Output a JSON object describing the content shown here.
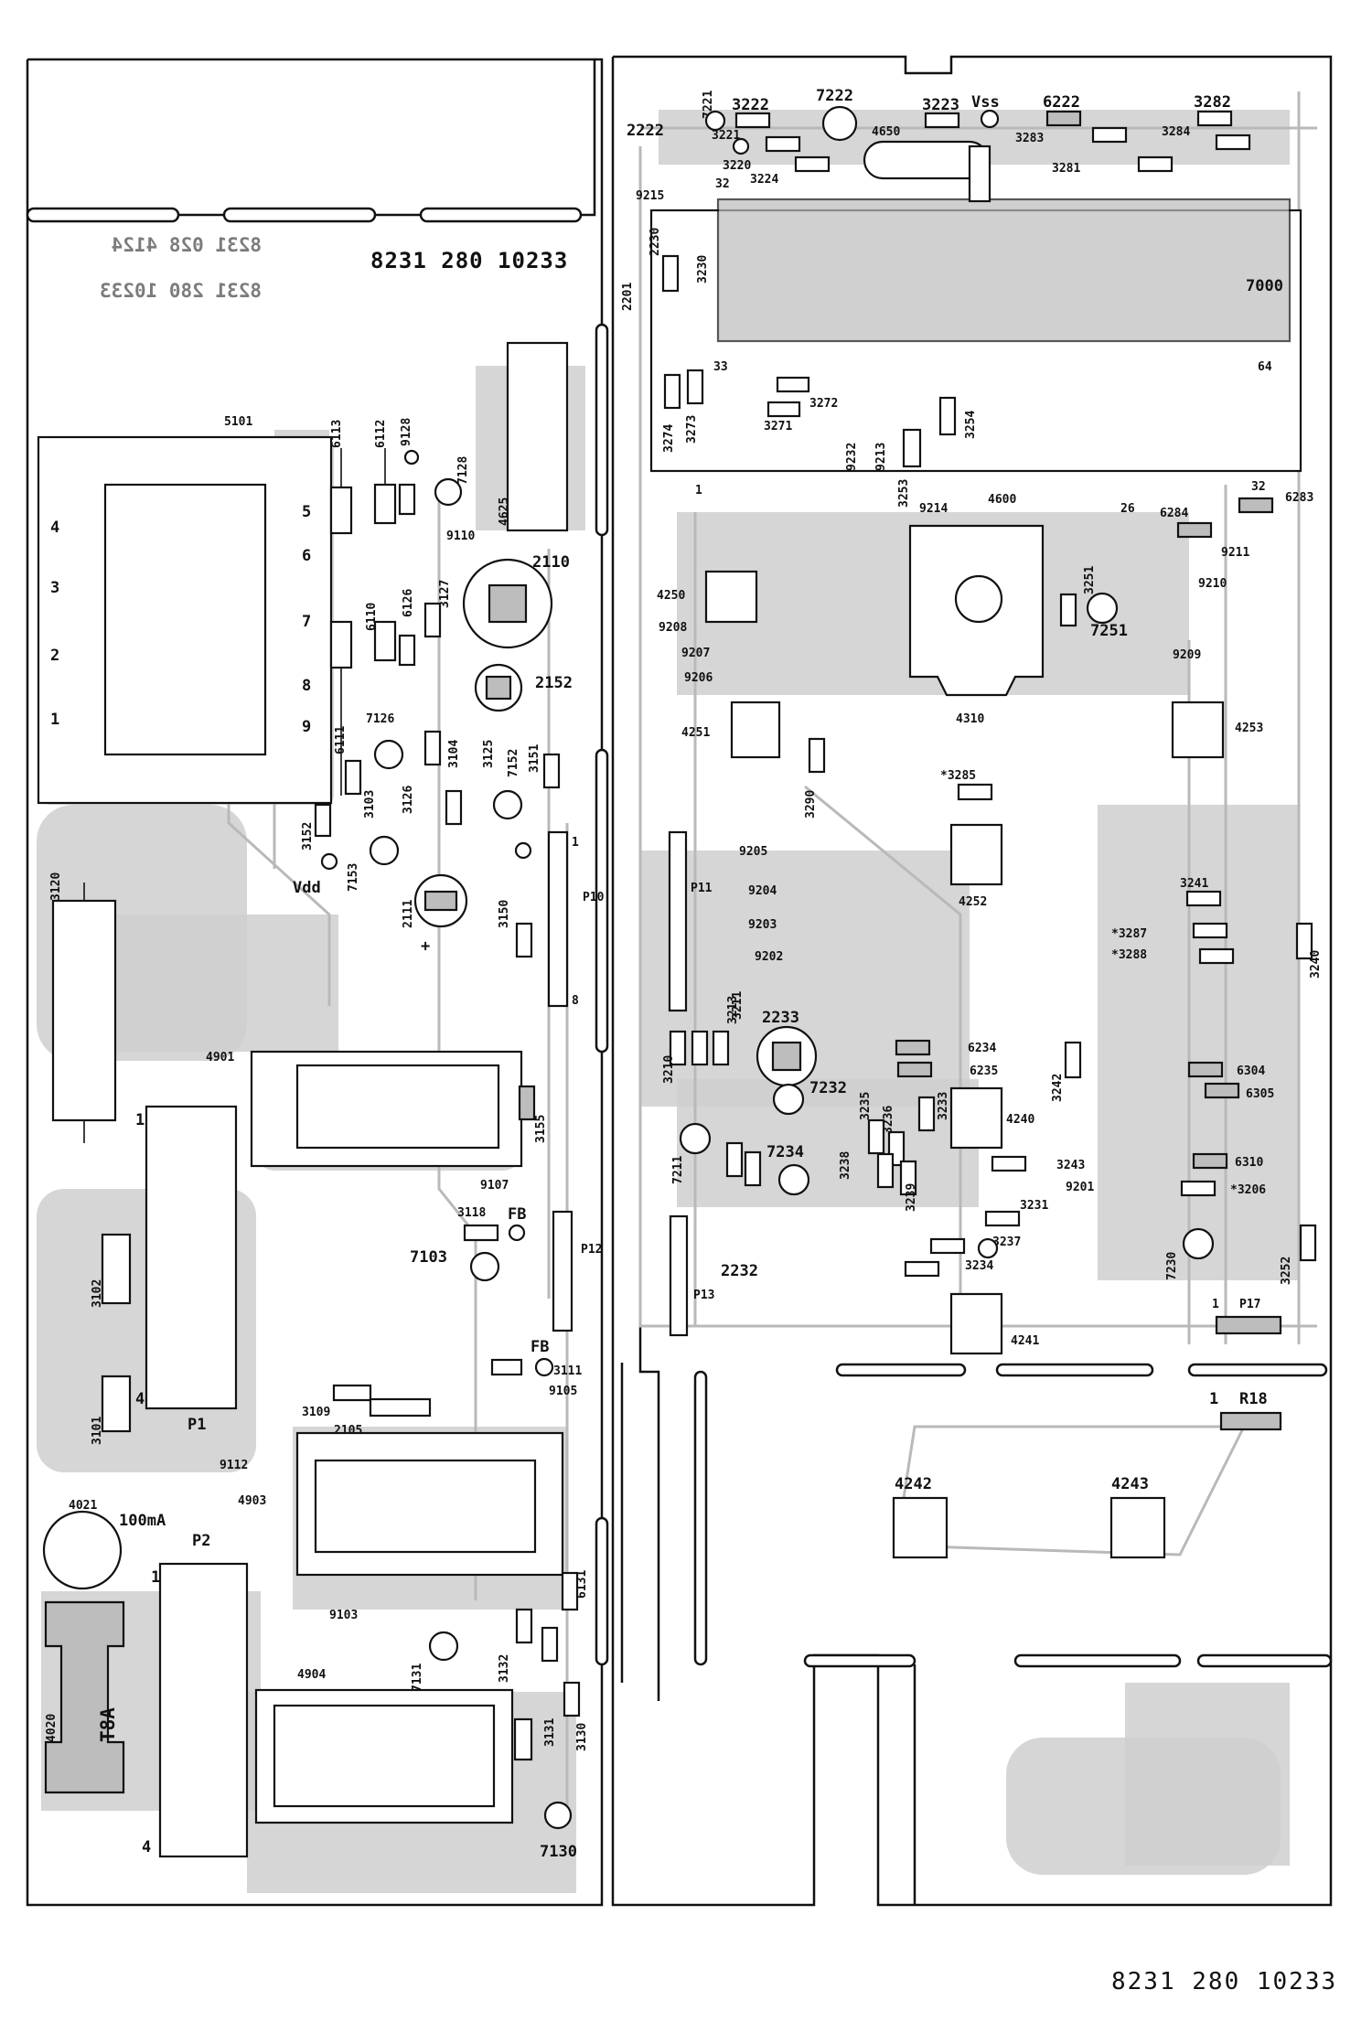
{
  "drawing": {
    "board_code": "8231 280 10233",
    "bottom_code": "8231 280 10233",
    "mirrored_code_1": "8231 028 4124",
    "mirrored_code_2": "8231 280 10233"
  },
  "left_board": {
    "transformer": {
      "ref": "5101",
      "pins": [
        "4",
        "3",
        "2",
        "1"
      ],
      "pins_right": [
        "5",
        "6",
        "7",
        "8",
        "9"
      ]
    },
    "labels": {
      "6113": "6113",
      "6112": "6112",
      "9128": "9128",
      "7128": "7128",
      "4625": "4625",
      "9110": "9110",
      "2110": "2110",
      "2152": "2152",
      "6126": "6126",
      "3127": "3127",
      "6110": "6110",
      "6111": "6111",
      "7126": "7126",
      "3103": "3103",
      "3126": "3126",
      "3104": "3104",
      "3125": "3125",
      "3151": "3151",
      "7152": "7152",
      "3152": "3152",
      "7153": "7153",
      "vdd": "Vdd",
      "2111": "2111",
      "3150": "3150",
      "p10": "P10",
      "p10_pin1": "1",
      "p10_pin8": "8",
      "3120": "3120",
      "4901": "4901",
      "3155": "3155",
      "p1": "P1",
      "p1_pin1": "1",
      "p1_pin4": "4",
      "9107": "9107",
      "3118": "3118",
      "fb1": "FB",
      "7103": "7103",
      "p12": "P12",
      "3102": "3102",
      "3101": "3101",
      "3109": "3109",
      "2105": "2105",
      "fb2": "FB",
      "3111": "3111",
      "9105": "9105",
      "9112": "9112",
      "4903": "4903",
      "4021": "4021",
      "fuse_100ma": "100mA",
      "p2": "P2",
      "p2_pin1": "1",
      "p2_pin4": "4",
      "4020": "4020",
      "t8a": "T8A",
      "9103": "9103",
      "7131": "7131",
      "3132": "3132",
      "3130": "3130",
      "6131": "6131",
      "4904": "4904",
      "7130": "7130",
      "3131": "3131"
    }
  },
  "right_board": {
    "ic_ref": "7000",
    "ic_pin_32": "32",
    "ic_pin_33": "33",
    "ic_pin_64": "64",
    "ic_pin_1": "1",
    "labels": {
      "7221": "7221",
      "2222": "2222",
      "3222": "3222",
      "7222": "7222",
      "3223": "3223",
      "vss": "Vss",
      "6222": "6222",
      "3282": "3282",
      "3283": "3283",
      "3284": "3284",
      "3281": "3281",
      "4650": "4650",
      "3221": "3221",
      "3224": "3224",
      "3220": "3220",
      "9215": "9215",
      "2230": "2230",
      "3230": "3230",
      "2201": "2201",
      "3274": "3274",
      "3273": "3273",
      "3272": "3272",
      "3271": "3271",
      "9232": "9232",
      "9213": "9213",
      "3254": "3254",
      "3253": "3253",
      "9214": "9214",
      "4600": "4600",
      "26": "26",
      "32": "32",
      "6283": "6283",
      "6284": "6284",
      "9211": "9211",
      "9210": "9210",
      "4250": "4250",
      "9208": "9208",
      "9207": "9207",
      "9206": "9206",
      "3251": "3251",
      "7251": "7251",
      "4310": "4310",
      "9209": "9209",
      "4251": "4251",
      "4253": "4253",
      "3290": "3290",
      "3285": "*3285",
      "4252": "4252",
      "p11": "P11",
      "9205": "9205",
      "9204": "9204",
      "9203": "9203",
      "9202": "9202",
      "3241": "3241",
      "3287": "*3287",
      "3288": "*3288",
      "3240": "3240",
      "3213": "3213",
      "2233": "2233",
      "3210": "3210",
      "3211": "3211",
      "6234": "6234",
      "6235": "6235",
      "7232": "7232",
      "3233": "3233",
      "3242": "3242",
      "6304": "6304",
      "6305": "6305",
      "4240": "4240",
      "3235": "3235",
      "3236": "3236",
      "3238": "3238",
      "3239": "3239",
      "7211": "7211",
      "7234": "7234",
      "3243": "3243",
      "9201": "9201",
      "6310": "6310",
      "3206": "*3206",
      "3231": "3231",
      "3237": "3237",
      "3234": "3234",
      "7230": "7230",
      "3252": "3252",
      "2232": "2232",
      "p13": "P13",
      "4241": "4241",
      "p17": "P17",
      "p17_pin1": "1",
      "r18": "R18",
      "r18_pin1": "1",
      "4242": "4242",
      "4243": "4243"
    }
  }
}
